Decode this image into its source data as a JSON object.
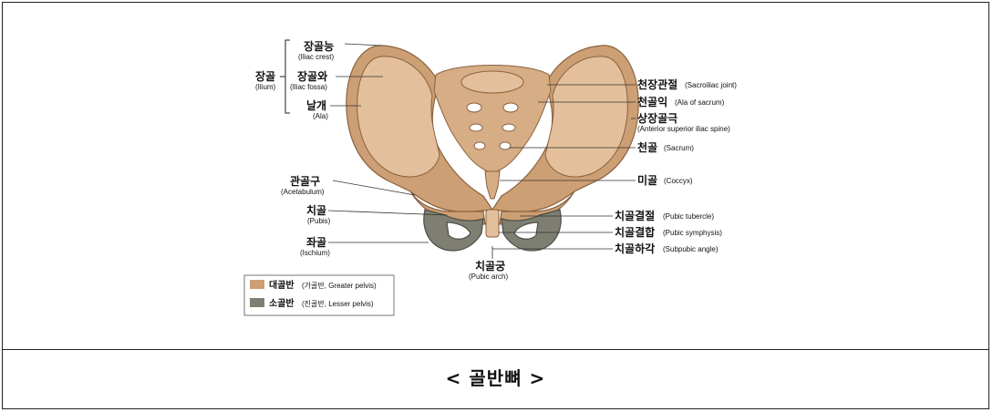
{
  "caption": "< 골반뼈 >",
  "labels": {
    "ilium_group": {
      "ko": "장골",
      "en": "(Ilium)"
    },
    "iliac_crest": {
      "ko": "장골능",
      "en": "(Iliac crest)"
    },
    "iliac_fossa": {
      "ko": "장골와",
      "en": "(Iliac fossa)"
    },
    "ala": {
      "ko": "날개",
      "en": "(Ala)"
    },
    "acetabulum": {
      "ko": "관골구",
      "en": "(Acetabulum)"
    },
    "pubis": {
      "ko": "치골",
      "en": "(Pubis)"
    },
    "ischium": {
      "ko": "좌골",
      "en": "(Ischium)"
    },
    "pubic_arch": {
      "ko": "치골궁",
      "en": "(Pubic arch)"
    },
    "sacroiliac_joint": {
      "ko": "천장관절",
      "en": "(Sacroiliac joint)"
    },
    "ala_of_sacrum": {
      "ko": "천골익",
      "en": "(Ala of sacrum)"
    },
    "asis": {
      "ko": "상장골극",
      "en": "(Anterior superior iliac spine)"
    },
    "sacrum": {
      "ko": "천골",
      "en": "(Sacrum)"
    },
    "coccyx": {
      "ko": "미골",
      "en": "(Coccyx)"
    },
    "pubic_tubercle": {
      "ko": "치골결절",
      "en": "(Pubic tubercle)"
    },
    "pubic_symphysis": {
      "ko": "치골결합",
      "en": "(Pubic symphysis)"
    },
    "subpubic_angle": {
      "ko": "치골하각",
      "en": "(Subpubic angle)"
    }
  },
  "legend": [
    {
      "ko": "대골반",
      "en": "(가골반, Greater pelvis)",
      "color": "#cc9f74"
    },
    {
      "ko": "소골반",
      "en": "(진골반, Lesser pelvis)",
      "color": "#7e7f72"
    }
  ]
}
